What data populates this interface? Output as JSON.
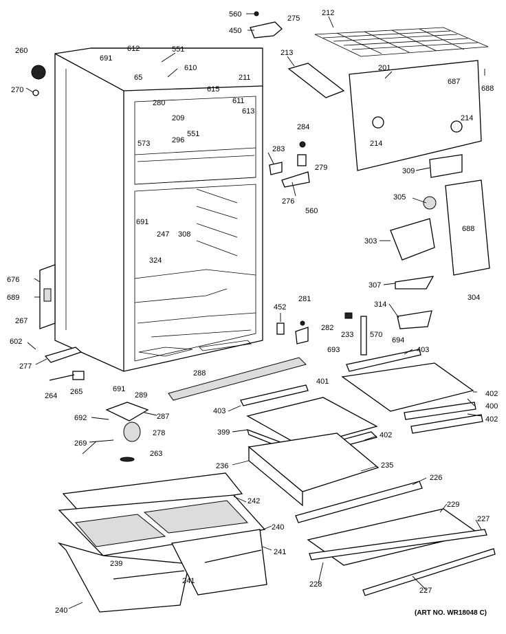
{
  "art_number": "(ART NO. WR18048 C)",
  "callouts": [
    "560",
    "275",
    "450",
    "212",
    "213",
    "260",
    "270",
    "691",
    "612",
    "551",
    "610",
    "65",
    "211",
    "615",
    "611",
    "280",
    "209",
    "613",
    "201",
    "687",
    "688",
    "214",
    "214",
    "573",
    "296",
    "551",
    "284",
    "279",
    "283",
    "276",
    "560",
    "309",
    "305",
    "303",
    "688",
    "691",
    "247",
    "308",
    "324",
    "304",
    "676",
    "689",
    "267",
    "452",
    "281",
    "282",
    "233",
    "570",
    "307",
    "314",
    "694",
    "693",
    "403",
    "602",
    "277",
    "691",
    "288",
    "401",
    "402",
    "400",
    "402",
    "264",
    "265",
    "289",
    "287",
    "403",
    "692",
    "399",
    "402",
    "278",
    "269",
    "263",
    "236",
    "235",
    "226",
    "242",
    "229",
    "240",
    "227",
    "241",
    "239",
    "241",
    "228",
    "227",
    "240"
  ]
}
